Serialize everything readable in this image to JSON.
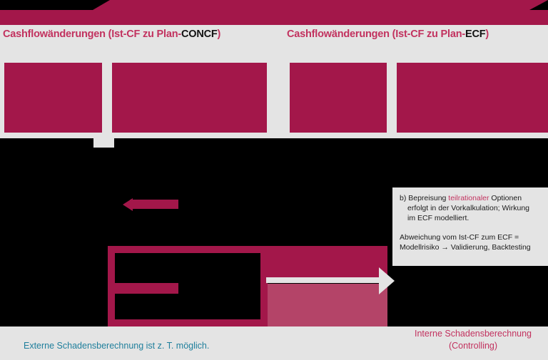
{
  "header": {
    "band_color": "#a3174a",
    "dark_color": "#000000"
  },
  "headings": {
    "left": {
      "prefix": "Cashflowänderungen (Ist-CF zu Plan-",
      "emphasis": "CONCF",
      "suffix": ")"
    },
    "right": {
      "prefix": "Cashflowänderungen (Ist-CF zu Plan-",
      "emphasis": "ECF",
      "suffix": ")"
    }
  },
  "blocks": [
    {
      "name": "concf-block-1"
    },
    {
      "name": "concf-block-2"
    },
    {
      "name": "ecf-block-1"
    },
    {
      "name": "ecf-block-2"
    }
  ],
  "note": {
    "line1_a": "b) Bepreisung ",
    "line1_highlight": "teilrationaler",
    "line1_b": " Optionen",
    "line2": "erfolgt in der Vorkalkulation; Wirkung",
    "line3": "im ECF modelliert.",
    "line4": "Abweichung vom Ist-CF zum ECF =",
    "line5": "Modellrisiko → Validierung, Backtesting"
  },
  "captions": {
    "external": "Externe Schadensberechnung ist z. T. möglich.",
    "internal_line1": "Interne Schadensberechnung",
    "internal_line2": "(Controlling)"
  },
  "colors": {
    "crimson": "#a3174a",
    "crimson_light": "#b44468",
    "accent_pink": "#c2325f",
    "teal": "#1f7f9c",
    "background": "#e4e4e4",
    "black": "#000000"
  }
}
